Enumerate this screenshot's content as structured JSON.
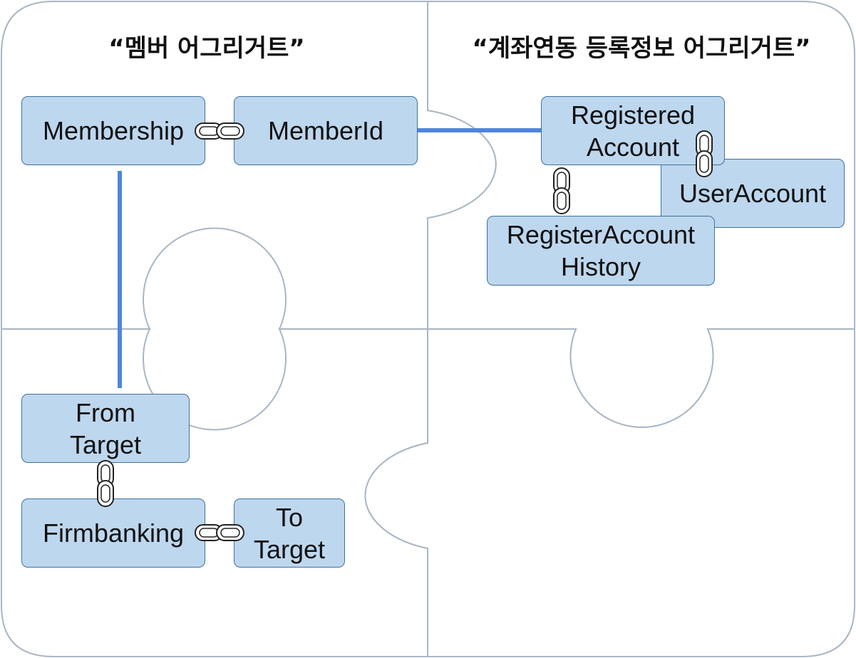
{
  "titles": {
    "left": "“멤버 어그리거트”",
    "right": "“계좌연동 등록정보 어그리거트”"
  },
  "boxes": {
    "membership": "Membership",
    "memberid": "MemberId",
    "registered_line1": "Registered",
    "registered_line2": "Account",
    "useraccount": "UserAccount",
    "history_line1": "RegisterAccount",
    "history_line2": "History",
    "from_line1": "From",
    "from_line2": "Target",
    "firmbanking": "Firmbanking",
    "to_line1": "To",
    "to_line2": "Target"
  },
  "colors": {
    "box_fill": "#bdd7ee",
    "box_border": "#41719c",
    "connector": "#4f86d9",
    "glow": "#8fb4f0"
  },
  "icons": [
    "chain-link-icon"
  ]
}
